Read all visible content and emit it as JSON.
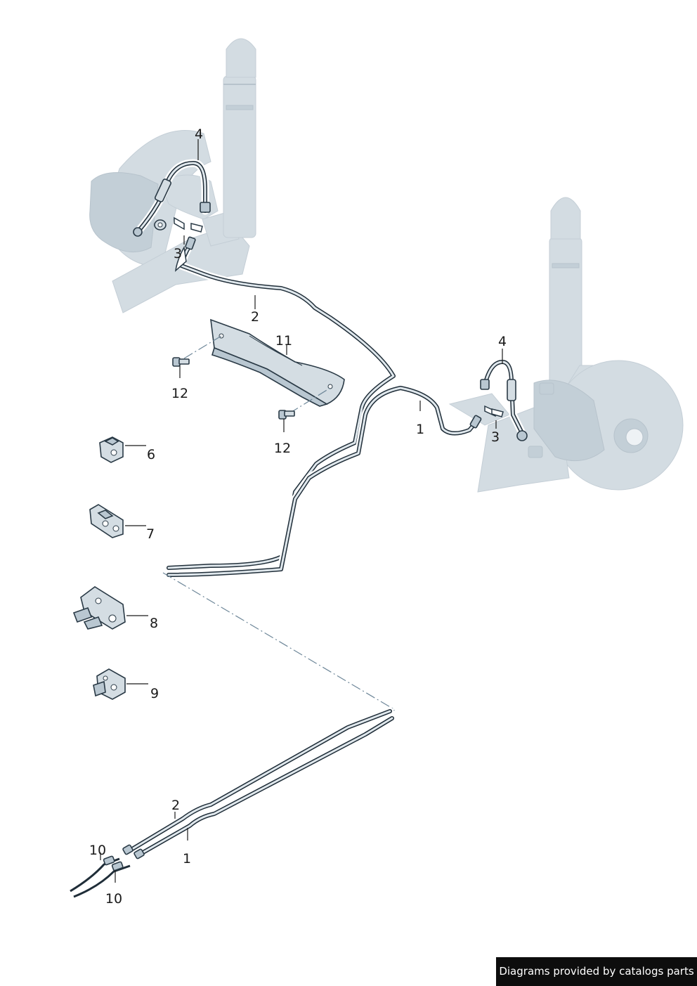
{
  "callouts": {
    "left_hose": "4",
    "left_clip": "3",
    "upper_line": "2",
    "heat_shield": "11",
    "bolt_top": "12",
    "bolt_bottom": "12",
    "right_hose": "4",
    "right_line": "1",
    "right_clip": "3",
    "holder_a": "6",
    "holder_b": "7",
    "holder_c": "8",
    "holder_d": "9",
    "lower_line_2": "2",
    "lower_line_1": "1",
    "union_top": "10",
    "union_bottom": "10"
  },
  "footer": {
    "credit": "Diagrams provided by catalogs parts"
  },
  "colors": {
    "pipe": "#1f2d38",
    "ghost_assembly": "#d3dce2",
    "part": "#d4dde3",
    "footer_bg": "#0d0d0d"
  }
}
